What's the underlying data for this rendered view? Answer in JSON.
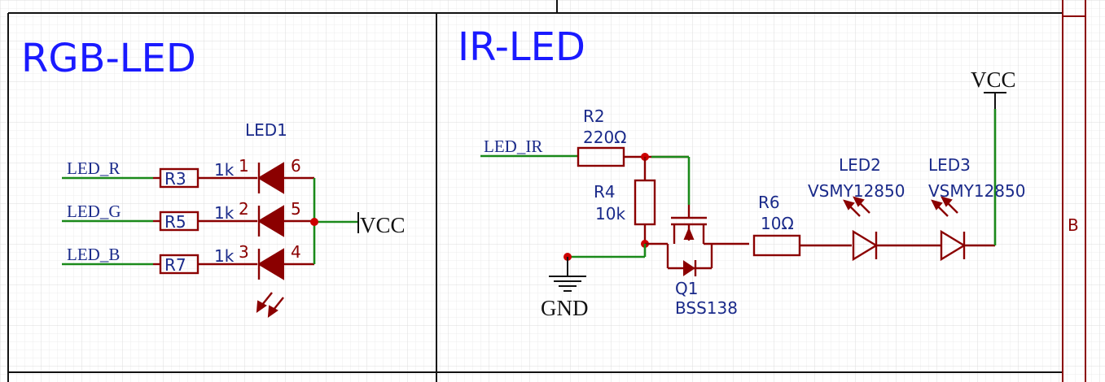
{
  "sections": {
    "rgb_title": "RGB-LED",
    "ir_title": "IR-LED"
  },
  "frame": {
    "zone_label": "B"
  },
  "rgb": {
    "led_ref": "LED1",
    "nets": [
      "LED_R",
      "LED_G",
      "LED_B"
    ],
    "resistors": [
      {
        "ref": "R3",
        "value": "1k"
      },
      {
        "ref": "R5",
        "value": "1k"
      },
      {
        "ref": "R7",
        "value": "1k"
      }
    ],
    "pins_left": [
      "1",
      "2",
      "3"
    ],
    "pins_right": [
      "6",
      "5",
      "4"
    ],
    "power": "VCC"
  },
  "ir": {
    "input_net": "LED_IR",
    "r2": {
      "ref": "R2",
      "value": "220Ω"
    },
    "r4": {
      "ref": "R4",
      "value": "10k"
    },
    "r6": {
      "ref": "R6",
      "value": "10Ω"
    },
    "q1": {
      "ref": "Q1",
      "value": "BSS138"
    },
    "led2": {
      "ref": "LED2",
      "value": "VSMY12850"
    },
    "led3": {
      "ref": "LED3",
      "value": "VSMY12850"
    },
    "gnd": "GND",
    "vcc": "VCC"
  },
  "colors": {
    "title": "#1a1aff",
    "wire": "#1a8a1a",
    "component": "#8b0000",
    "junction": "#cc0000"
  }
}
